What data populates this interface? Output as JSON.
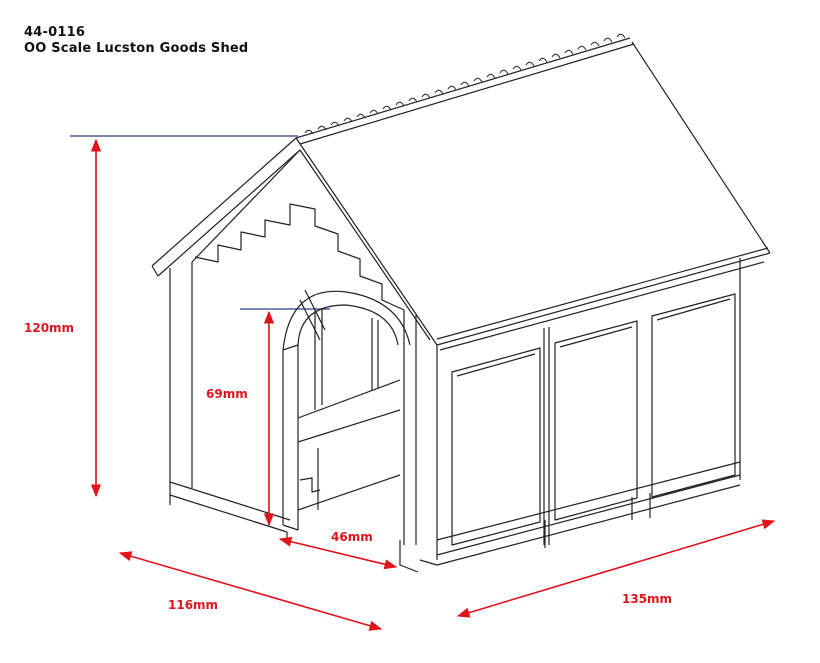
{
  "header": {
    "product_code": "44-0116",
    "product_name": "OO Scale Lucston Goods Shed"
  },
  "dimensions": {
    "height": "120mm",
    "door_height": "69mm",
    "door_width": "46mm",
    "depth": "116mm",
    "length": "135mm"
  },
  "colors": {
    "dimension_arrow": "#e0141c",
    "reference_line": "#2b3f8f",
    "outline": "#222222"
  }
}
